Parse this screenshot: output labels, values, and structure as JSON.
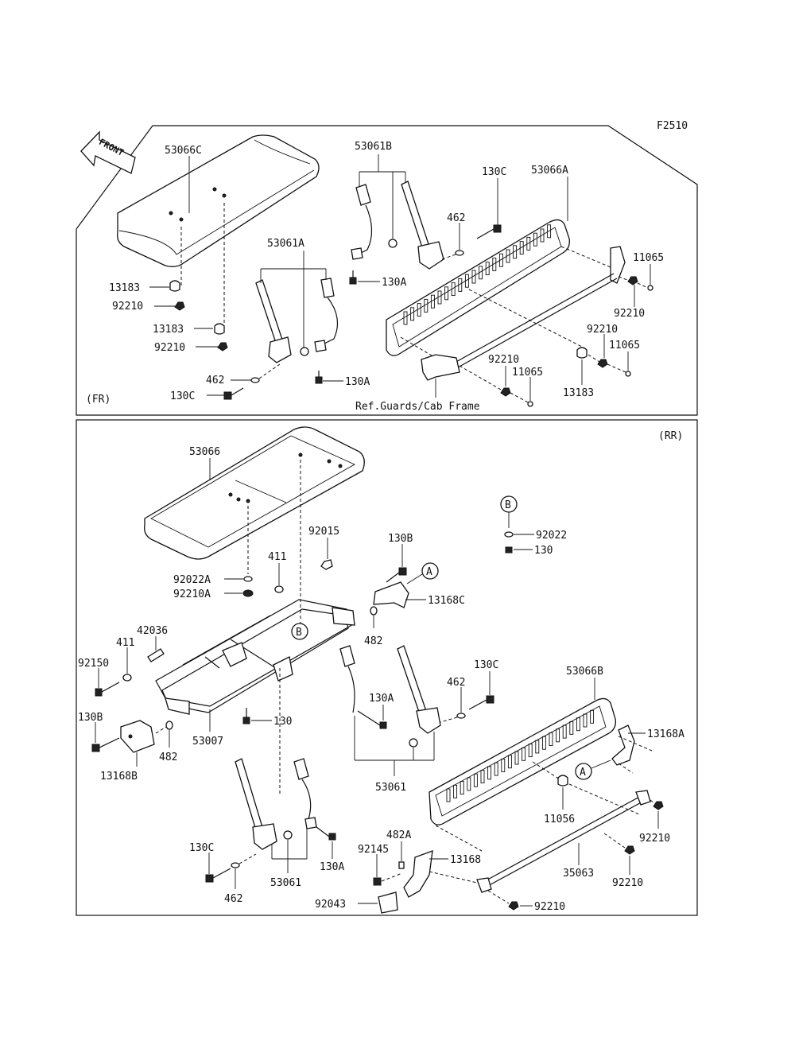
{
  "figure_code": "F2510",
  "front_arrow": "FRONT",
  "sections": {
    "fr": "(FR)",
    "rr": "(RR)"
  },
  "callouts": {
    "a": "A",
    "b": "B"
  },
  "fr_labels": {
    "seat_53066C": "53066C",
    "belt_53061B": "53061B",
    "bolt_130C_top": "130C",
    "backrest_53066A": "53066A",
    "washer_462_top": "462",
    "clip_11065_a": "11065",
    "belt_53061A": "53061A",
    "bolt_130A_top": "130A",
    "clip_13183_a": "13183",
    "nut_92210_a": "92210",
    "nut_92210_right": "92210",
    "clip_13183_b": "13183",
    "nut_92210_b": "92210",
    "nut_92210_c": "92210",
    "clip_11065_b": "11065",
    "nut_92210_d": "92210",
    "clip_11065_c": "11065",
    "bolt_130A_low": "130A",
    "washer_462_low": "462",
    "clip_13183_c": "13183",
    "bolt_130C_low": "130C",
    "ref_note": "Ref.Guards/Cab Frame"
  },
  "rr_labels": {
    "seat_53066": "53066",
    "washer_92022_right": "92022",
    "bolt_130_right": "130",
    "washer_92015": "92015",
    "bolt_130B_top": "130B",
    "washer_411_top": "411",
    "washer_92022A": "92022A",
    "nut_92210A": "92210A",
    "bracket_13168C": "13168C",
    "collar_42036": "42036",
    "washer_411_left": "411",
    "washer_482_mid": "482",
    "bolt_92150": "92150",
    "bolt_130C_mid": "130C",
    "backrest_53066B": "53066B",
    "washer_462_mid": "462",
    "bolt_130A_mid": "130A",
    "bolt_130B_left": "130B",
    "bracket_13168A": "13168A",
    "bolt_130_center": "130",
    "frame_53007": "53007",
    "washer_482_left": "482",
    "bracket_13168B": "13168B",
    "belt_53061_mid": "53061",
    "clip_11056": "11056",
    "nut_92210_a": "92210",
    "washer_482A": "482A",
    "bolt_130C_low": "130C",
    "bolt_130A_low": "130A",
    "bolt_92145": "92145",
    "bracket_13168": "13168",
    "bar_35063": "35063",
    "nut_92210_b": "92210",
    "bolt_92043": "92043",
    "belt_53061_low": "53061",
    "washer_462_low": "462",
    "nut_92210_c": "92210"
  }
}
